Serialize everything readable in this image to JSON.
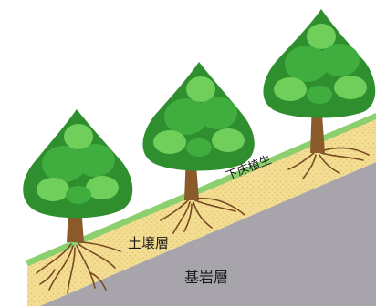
{
  "labels": {
    "understory": "下床植生",
    "soil_layer": "土壌層",
    "bedrock_layer": "基岩層"
  },
  "colors": {
    "background": "#ffffff",
    "bedrock": "#a7a5ab",
    "soil": "#f3dd93",
    "soil_dots": "#e2c26a",
    "understory": "#8bcf6f",
    "foliage_dark": "#2f8f2f",
    "foliage_mid": "#3fae3f",
    "foliage_light": "#6fcf5a",
    "trunk": "#8a5a2b",
    "roots": "#7a4a22"
  },
  "trees": [
    {
      "name": "tree-left"
    },
    {
      "name": "tree-middle"
    },
    {
      "name": "tree-right"
    }
  ]
}
